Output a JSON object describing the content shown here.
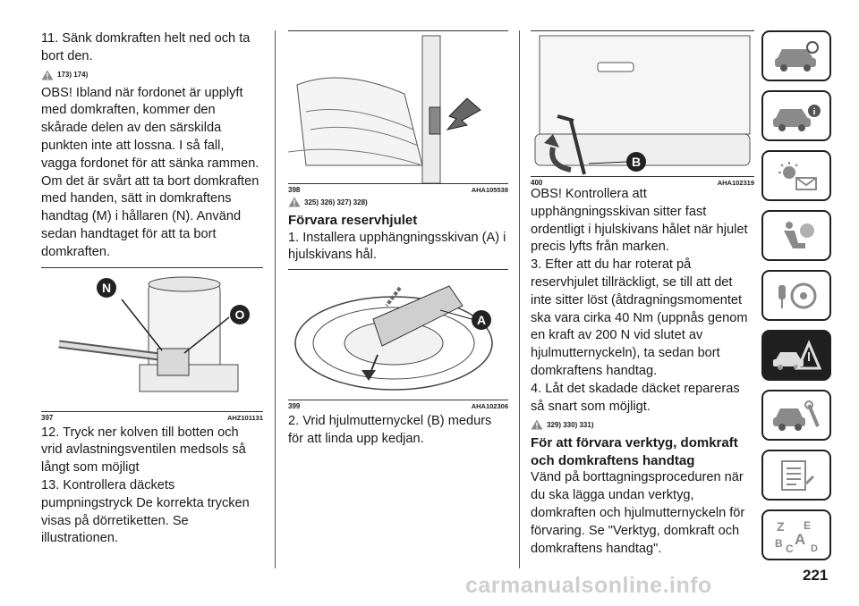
{
  "col1": {
    "step11": "11. Sänk domkraften helt ned och ta bort den.",
    "warn1": "173) 174)",
    "obs1": "OBS! Ibland när fordonet är upplyft med domkraften, kommer den skårade delen av den särskilda punkten inte att lossna. I så fall, vagga fordonet för att sänka rammen.",
    "para2": "Om det är svårt att ta bort domkraften med handen, sätt in domkraftens handtag (M) i hållaren (N). Använd sedan handtaget för att ta bort domkraften.",
    "fig397": {
      "number": "397",
      "code": "AHZ101131",
      "label_n": "N",
      "label_o": "O"
    },
    "step12": "12. Tryck ner kolven till botten och vrid avlastningsventilen medsols så långt som möjligt",
    "step13": "13. Kontrollera däckets pumpningstryck De korrekta trycken visas på dörretiketten. Se illustrationen."
  },
  "col2": {
    "fig398": {
      "number": "398",
      "code": "AHA105538"
    },
    "warn2": "325) 326) 327) 328)",
    "heading": "Förvara reservhjulet",
    "step1": "1. Installera upphängningsskivan (A) i hjulskivans hål.",
    "fig399": {
      "number": "399",
      "code": "AHA102306",
      "label_a": "A"
    },
    "step2": "2. Vrid hjulmutternyckel (B) medurs för att linda upp kedjan."
  },
  "col3": {
    "fig400": {
      "number": "400",
      "code": "AHA102319",
      "label_b": "B"
    },
    "obs2": "OBS! Kontrollera att upphängningsskivan sitter fast ordentligt i hjulskivans hålet när hjulet precis lyfts från marken.",
    "step3": "3. Efter att du har roterat på reservhjulet tillräckligt, se till att det inte sitter löst (åtdragningsmomentet ska vara cirka 40 Nm (uppnås genom en kraft av 200 N vid slutet av hjulmutternyckeln), ta sedan bort domkraftens handtag.",
    "step4": "4. Låt det skadade däcket repareras så snart som möjligt.",
    "warn3": "329) 330) 331)",
    "heading": "För att förvara verktyg, domkraft och domkraftens handtag",
    "para": "Vänd på borttagningsproceduren när du ska lägga undan verktyg, domkraften och hjulmutternyckeln för förvaring. Se \"Verktyg, domkraft och domkraftens handtag\"."
  },
  "sidebar": {
    "tabs": [
      "car-dashboard-icon",
      "car-info-icon",
      "warning-lights-icon",
      "airbag-seat-icon",
      "key-steering-icon",
      "emergency-car-icon",
      "car-service-icon",
      "spec-list-icon",
      "alphabet-index-icon"
    ],
    "active_index": 5,
    "alphabet": [
      "Z",
      "E",
      "B",
      "A",
      "C",
      "D"
    ]
  },
  "page_number": "221",
  "watermark": "carmanualsonline.info"
}
